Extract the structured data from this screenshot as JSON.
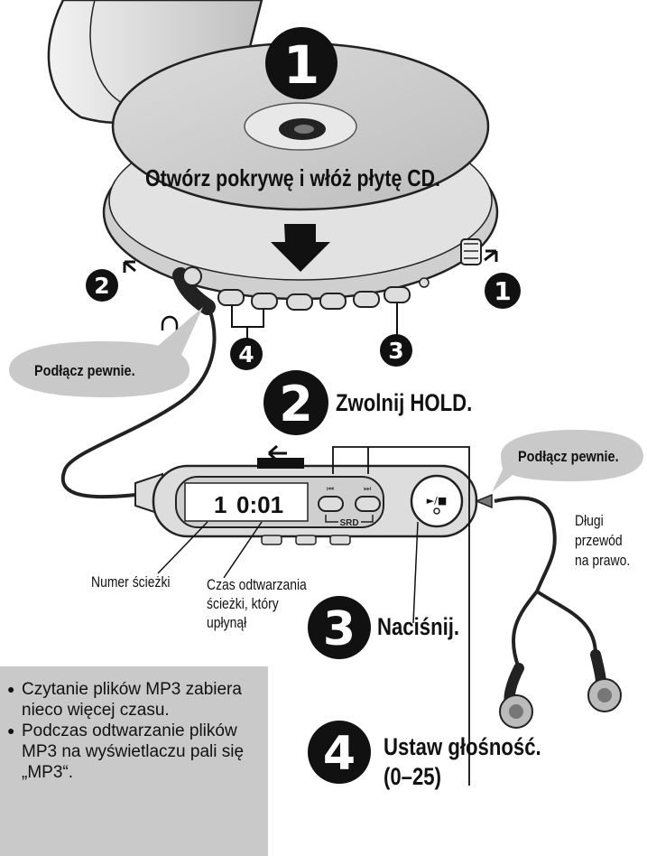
{
  "steps": {
    "step1": {
      "number": "1",
      "instruction": "Otwórz pokrywę i włóż płytę CD."
    },
    "step2": {
      "number": "2",
      "instruction": "Zwolnij HOLD."
    },
    "step3": {
      "number": "3",
      "instruction": "Naciśnij."
    },
    "step4": {
      "number": "4",
      "instructions": [
        "Ustaw głośność.",
        "(0–25)"
      ]
    }
  },
  "callouts": {
    "connect_left": "Podłącz pewnie.",
    "connect_right": "Podłącz pewnie.",
    "long_cord": [
      "Długi",
      "przewód",
      "na prawo."
    ],
    "track_number": "Numer ścieżki",
    "elapsed_time": [
      "Czas odtwarzania",
      "ścieżki, który",
      "upłynął"
    ]
  },
  "remote": {
    "display_track": "1",
    "display_time": "0:01",
    "skip_back_label": "⏮",
    "skip_fwd_label": "⏭",
    "srd_label": "SRD",
    "play_stop_label": "►/■"
  },
  "diagram_numbers": {
    "open_lever": "1",
    "jack": "2",
    "play_button": "3",
    "volume_buttons": "4"
  },
  "notes": [
    "Czytanie plików MP3 zabiera nieco więcej czasu.",
    "Podczas odtwarzanie plików MP3 na wyświetlaczu pali się „MP3“."
  ]
}
